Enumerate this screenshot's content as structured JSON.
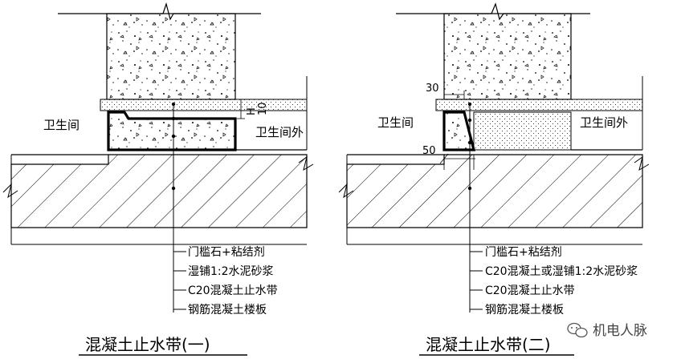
{
  "diagram_one": {
    "room_inside": "卫生间",
    "room_outside": "卫生间外",
    "dim_h": "H",
    "dim_10": "10",
    "legend": [
      "门槛石+粘结剂",
      "湿铺1:2水泥砂浆",
      "C20混凝土止水带",
      "钢筋混凝土楼板"
    ],
    "title": "混凝土止水带(一)"
  },
  "diagram_two": {
    "room_inside": "卫生间",
    "room_outside": "卫生间外",
    "dim_30": "30",
    "dim_50": "50",
    "legend": [
      "门槛石+粘结剂",
      "C20混凝土或湿铺1:2水泥砂浆",
      "C20混凝土止水带",
      "钢筋混凝土楼板"
    ],
    "title": "混凝土止水带(二)"
  },
  "watermark": {
    "text": "机电人脉",
    "icon": "wechat-icon"
  }
}
